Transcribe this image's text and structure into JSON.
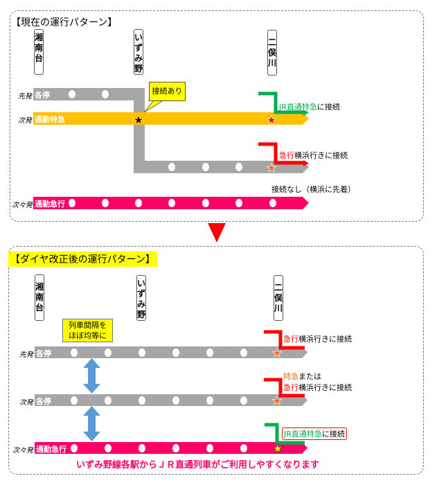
{
  "top": {
    "title": "【現在の運行パターン】",
    "stations": [
      "湘南台",
      "いずみ野",
      "二俣川"
    ],
    "departures": [
      "先発",
      "次発",
      "次々発"
    ],
    "trains": [
      "各停",
      "通勤特急",
      "通勤急行"
    ],
    "callout": "接続あり",
    "jr_label": "JR直通特急",
    "jr_suffix": "に接続",
    "express_label": "急行",
    "express_suffix": "横浜行きに接続",
    "no_connection": "接続なし（横浜に先着）"
  },
  "bottom": {
    "title": "【ダイヤ改正後の運行パターン】",
    "stations": [
      "湘南台",
      "いずみ野",
      "二俣川"
    ],
    "departures": [
      "先発",
      "次発",
      "次々発"
    ],
    "trains": [
      "各停",
      "各停",
      "通勤急行"
    ],
    "interval_note_1": "列車間隔を",
    "interval_note_2": "ほぼ均等に",
    "express_label": "急行",
    "express_suffix": "横浜行きに接続",
    "ltd_label": "特急",
    "ltd_suffix": "または",
    "jr_label": "JR直通特急",
    "jr_suffix": "に接続",
    "footer": "いずみ野線各駅からＪＲ直通列車がご利用しやすくなります"
  },
  "colors": {
    "gray": "#a6a6a6",
    "orange": "#ffc000",
    "pink": "#ff0066",
    "green": "#00b050",
    "red": "#ff0000",
    "blue": "#5b9bd5",
    "yellow": "#ffff00"
  }
}
